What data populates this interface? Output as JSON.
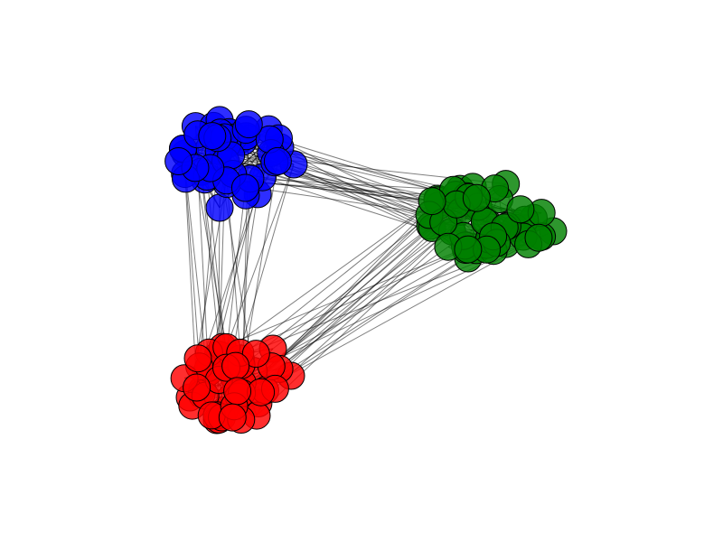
{
  "graph": {
    "type": "network",
    "clusters": [
      {
        "name": "blue",
        "color": "#0000ff",
        "node_count": 50
      },
      {
        "name": "green",
        "color": "#008000",
        "node_count": 50
      },
      {
        "name": "red",
        "color": "#ff0000",
        "node_count": 50
      }
    ],
    "node_edge_color": "#000000",
    "edge_color": "#000000",
    "background": "#ffffff"
  }
}
